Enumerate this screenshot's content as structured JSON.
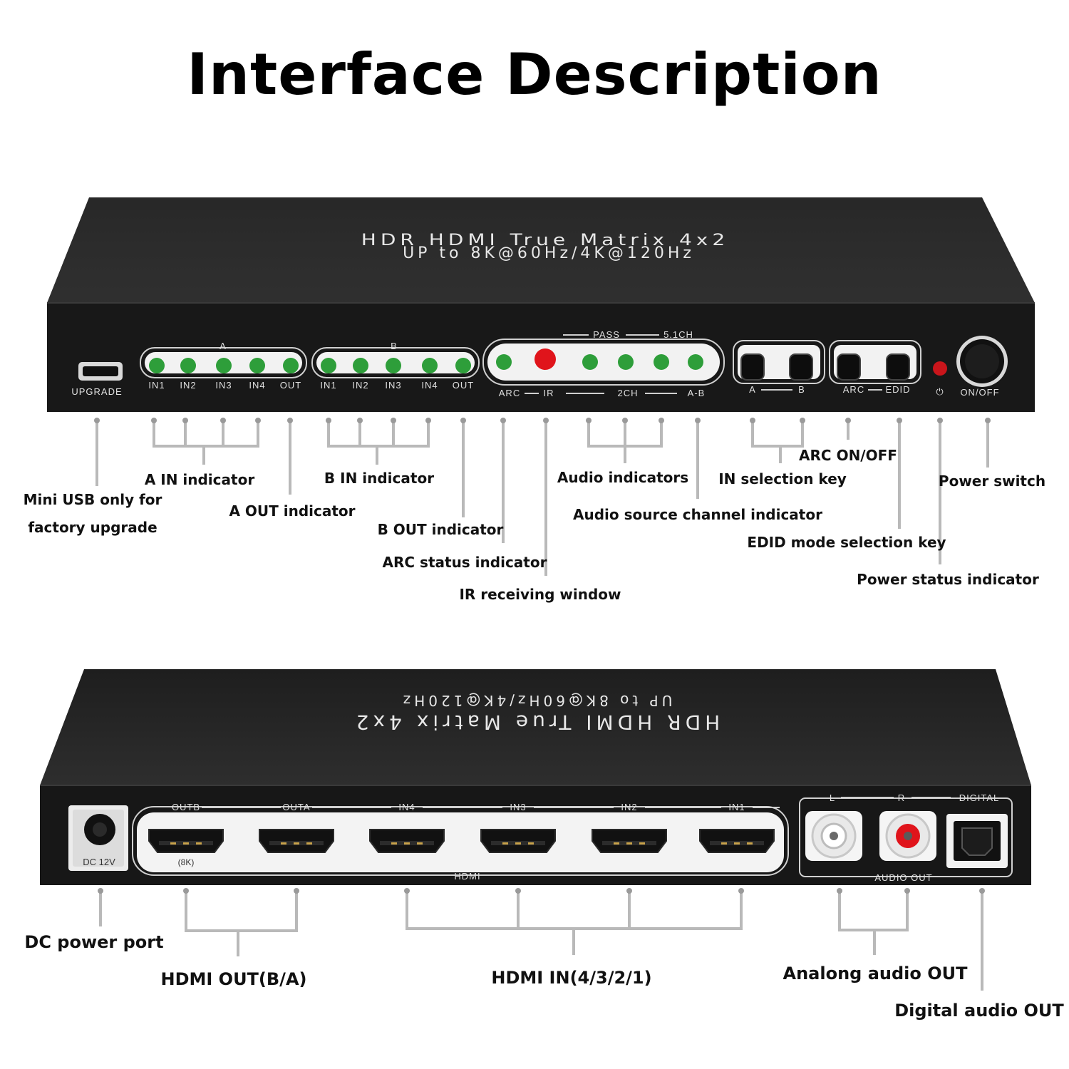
{
  "title": "Interface Description",
  "front": {
    "model_line1": "HDR HDMI True Matrix 4x2",
    "model_line2": "UP to 8K@60Hz/4K@120Hz",
    "usb_label": "UPGRADE",
    "group_a_header": "A",
    "group_a_labels": [
      "IN1",
      "IN2",
      "IN3",
      "IN4",
      "OUT"
    ],
    "group_b_header": "B",
    "group_b_labels": [
      "IN1",
      "IN2",
      "IN3",
      "IN4",
      "OUT"
    ],
    "audio_top_pass": "PASS",
    "audio_top_51": "5.1CH",
    "audio_bottom_arc": "ARC",
    "audio_bottom_ir": "IR",
    "audio_bottom_2ch": "2CH",
    "audio_bottom_ab": "A-B",
    "keys_ab_left": "A",
    "keys_ab_right": "B",
    "keys_arc_left": "ARC",
    "keys_arc_right": "EDID",
    "power_label": "ON/OFF",
    "led_green": "#2e9e3a",
    "led_red": "#e0141b"
  },
  "front_callouts": {
    "usb_line1": "Mini USB only for",
    "usb_line2": "factory upgrade",
    "a_in": "A IN indicator",
    "a_out": "A OUT indicator",
    "b_in": "B IN indicator",
    "b_out": "B OUT indicator",
    "arc_status": "ARC status indicator",
    "ir_window": "IR receiving window",
    "audio_ind": "Audio indicators",
    "audio_src": "Audio source channel indicator",
    "in_sel": "IN selection key",
    "arc_onoff": "ARC ON/OFF",
    "edid": "EDID mode selection key",
    "power_switch": "Power switch",
    "power_status": "Power status indicator"
  },
  "back": {
    "model_line1": "HDR HDMI True Matrix 4x2",
    "model_line2": "UP to 8K@60Hz/4K@120Hz",
    "dc_label": "DC 12V",
    "ports": [
      "OUTB",
      "OUTA",
      "IN4",
      "IN3",
      "IN2",
      "IN1"
    ],
    "port_8k": "(8K)",
    "hdmi_label": "HDMI",
    "audio_l": "L",
    "audio_r": "R",
    "digital": "DIGITAL",
    "audio_out": "AUDIO OUT"
  },
  "back_callouts": {
    "dc": "DC power port",
    "hdmi_out": "HDMI OUT(B/A)",
    "hdmi_in": "HDMI IN(4/3/2/1)",
    "analog": "Analong audio OUT",
    "digital": "Digital audio OUT"
  }
}
